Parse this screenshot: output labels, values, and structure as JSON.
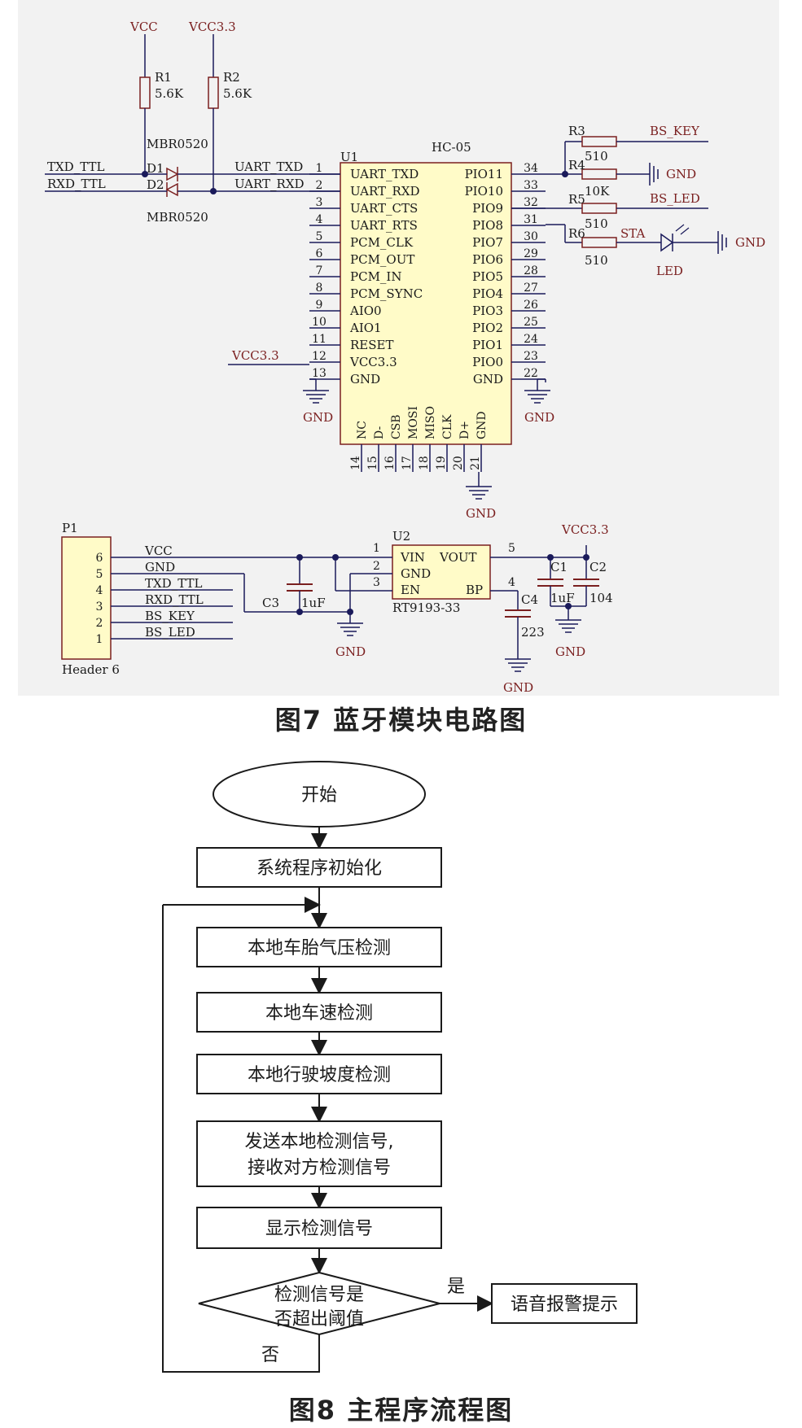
{
  "figure7": {
    "caption": "图7 蓝牙模块电路图",
    "power": {
      "vcc": "VCC",
      "vcc33": "VCC3.3",
      "gnd": "GND"
    },
    "r1": {
      "ref": "R1",
      "value": "5.6K"
    },
    "r2": {
      "ref": "R2",
      "value": "5.6K"
    },
    "d1": {
      "ref": "D1",
      "part": "MBR0520"
    },
    "d2": {
      "ref": "D2",
      "part": "MBR0520"
    },
    "nets": {
      "txd_ttl": "TXD_TTL",
      "rxd_ttl": "RXD_TTL",
      "bs_key": "BS_KEY",
      "bs_led": "BS_LED",
      "sta": "STA",
      "led": "LED"
    },
    "u1": {
      "ref": "U1",
      "part": "HC-05",
      "left_pins": [
        {
          "num": "1",
          "name": "UART_TXD"
        },
        {
          "num": "2",
          "name": "UART_RXD"
        },
        {
          "num": "3",
          "name": "UART_CTS"
        },
        {
          "num": "4",
          "name": "UART_RTS"
        },
        {
          "num": "5",
          "name": "PCM_CLK"
        },
        {
          "num": "6",
          "name": "PCM_OUT"
        },
        {
          "num": "7",
          "name": "PCM_IN"
        },
        {
          "num": "8",
          "name": "PCM_SYNC"
        },
        {
          "num": "9",
          "name": "AIO0"
        },
        {
          "num": "10",
          "name": "AIO1"
        },
        {
          "num": "11",
          "name": "RESET"
        },
        {
          "num": "12",
          "name": "VCC3.3"
        },
        {
          "num": "13",
          "name": "GND"
        }
      ],
      "right_pins": [
        {
          "num": "34",
          "name": "PIO11"
        },
        {
          "num": "33",
          "name": "PIO10"
        },
        {
          "num": "32",
          "name": "PIO9"
        },
        {
          "num": "31",
          "name": "PIO8"
        },
        {
          "num": "30",
          "name": "PIO7"
        },
        {
          "num": "29",
          "name": "PIO6"
        },
        {
          "num": "28",
          "name": "PIO5"
        },
        {
          "num": "27",
          "name": "PIO4"
        },
        {
          "num": "26",
          "name": "PIO3"
        },
        {
          "num": "25",
          "name": "PIO2"
        },
        {
          "num": "24",
          "name": "PIO1"
        },
        {
          "num": "23",
          "name": "PIO0"
        },
        {
          "num": "22",
          "name": "GND"
        }
      ],
      "bottom_pins": [
        {
          "num": "14",
          "name": "NC"
        },
        {
          "num": "15",
          "name": "D-"
        },
        {
          "num": "16",
          "name": "CSB"
        },
        {
          "num": "17",
          "name": "MOSI"
        },
        {
          "num": "18",
          "name": "MISO"
        },
        {
          "num": "19",
          "name": "CLK"
        },
        {
          "num": "20",
          "name": "D+"
        },
        {
          "num": "21",
          "name": "GND"
        }
      ]
    },
    "r3": {
      "ref": "R3",
      "value": "510"
    },
    "r4": {
      "ref": "R4",
      "value": "10K"
    },
    "r5": {
      "ref": "R5",
      "value": "510"
    },
    "r6": {
      "ref": "R6",
      "value": "510"
    },
    "p1": {
      "ref": "P1",
      "part": "Header 6",
      "pins": [
        {
          "num": "6",
          "net": "VCC"
        },
        {
          "num": "5",
          "net": "GND"
        },
        {
          "num": "4",
          "net": "TXD_TTL"
        },
        {
          "num": "3",
          "net": "RXD_TTL"
        },
        {
          "num": "2",
          "net": "BS_KEY"
        },
        {
          "num": "1",
          "net": "BS_LED"
        }
      ]
    },
    "u2": {
      "ref": "U2",
      "part": "RT9193-33",
      "pins": {
        "vin": "VIN",
        "vout": "VOUT",
        "gnd": "GND",
        "en": "EN",
        "bp": "BP"
      },
      "pin_numbers": {
        "vin": "1",
        "gnd": "2",
        "en": "3",
        "bp": "4",
        "vout": "5"
      }
    },
    "c1": {
      "ref": "C1",
      "value": "1uF"
    },
    "c2": {
      "ref": "C2",
      "value": "104"
    },
    "c3": {
      "ref": "C3",
      "value": "1uF"
    },
    "c4": {
      "ref": "C4",
      "value": "223"
    }
  },
  "figure8": {
    "caption": "图8 主程序流程图",
    "start": "开始",
    "steps": [
      "系统程序初始化",
      "本地车胎气压检测",
      "本地车速检测",
      "本地行驶坡度检测"
    ],
    "send_step": [
      "发送本地检测信号,",
      "接收对方检测信号"
    ],
    "display_step": "显示检测信号",
    "decision": [
      "检测信号是",
      "否超出阈值"
    ],
    "yes_label": "是",
    "no_label": "否",
    "alarm": "语音报警提示"
  },
  "colors": {
    "schematic_background": "#f2f2f2",
    "ic_fill": "#fffbc8",
    "ic_border": "#7a1f1f",
    "wire": "#1a1a5a",
    "ground_label": "#7a1f1f"
  }
}
